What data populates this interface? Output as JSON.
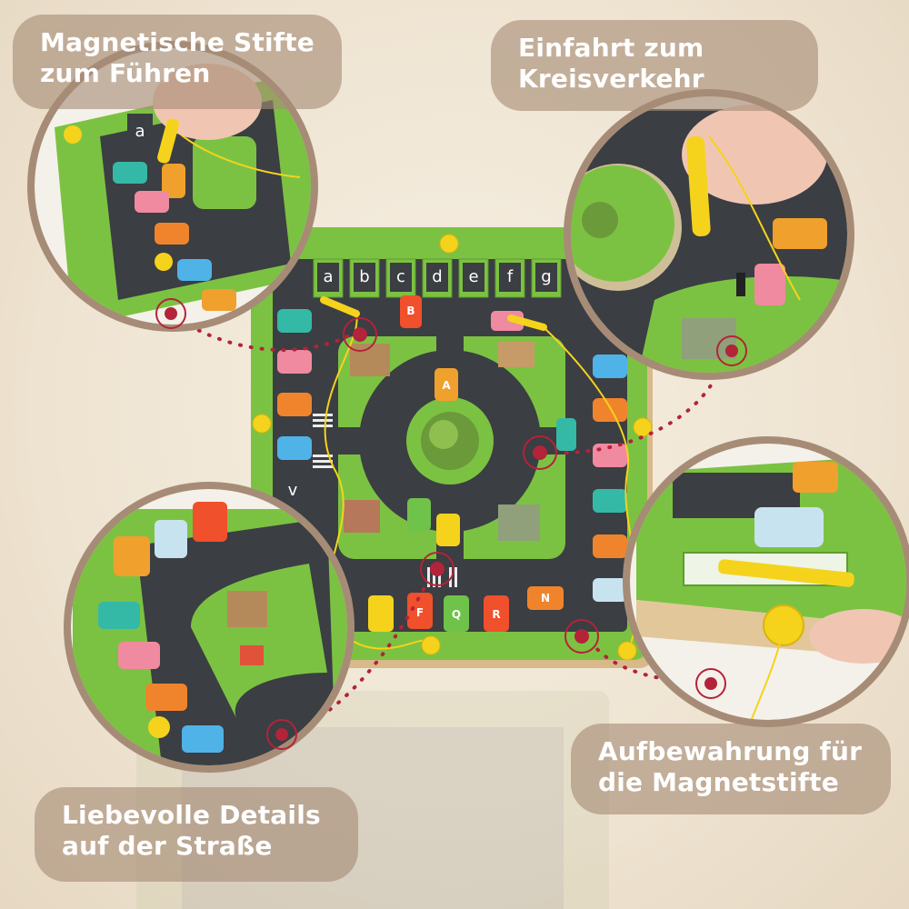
{
  "labels": {
    "top_left": [
      "Magnetische Stifte",
      "zum Führen"
    ],
    "top_right": [
      "Einfahrt zum",
      "Kreisverkehr"
    ],
    "bottom_right": [
      "Aufbewahrung für",
      "die Magnetstifte"
    ],
    "bottom_left": [
      "Liebevolle Details",
      "auf der Straße"
    ]
  },
  "board": {
    "top_letters": [
      "a",
      "b",
      "c",
      "d",
      "e",
      "f",
      "g"
    ],
    "side_letter": "v",
    "zoom_letter": "a",
    "car_letters": [
      "A",
      "B",
      "F",
      "Q",
      "R",
      "N"
    ]
  },
  "colors": {
    "board_green": "#7cc242",
    "road": "#3b3e42",
    "pen_yellow": "#f5d31c",
    "marker_red": "#b3233a",
    "dot_red": "#b3233a",
    "label_bg": "#a68c76",
    "label_text": "#ffffff"
  }
}
